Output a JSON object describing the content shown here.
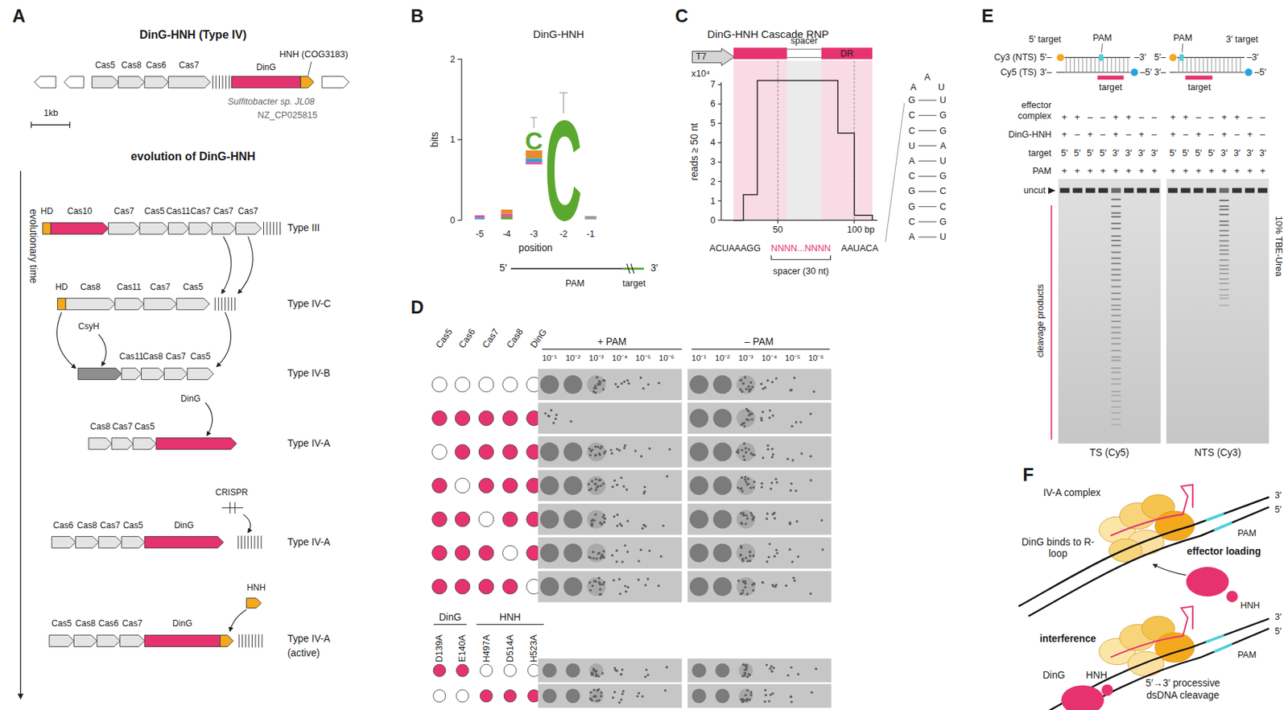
{
  "diagram": {
    "nodes": [
      {
        "text": [
          "T7"
        ]
      },
      {
        "text": [
          "TS (Cy5)"
        ]
      },
      {
        "text": [
          "NTS (Cy3)"
        ]
      }
    ],
    "labels": [
      "A",
      "DinG-HNH (Type IV)",
      "Cas5",
      "Cas8",
      "Cas6",
      "Cas7",
      "HNH (COG3183)",
      "DinG",
      "Sulfitobacter sp. JL08",
      "NZ_CP025815",
      "1kb",
      "evolution of DinG-HNH",
      "evolutionary time",
      "HD",
      "Cas10",
      "Cas7",
      "Cas5",
      "Cas11",
      "Cas7",
      "Cas7",
      "Cas7",
      "Type III",
      "HD",
      "Cas8",
      "Cas11",
      "Cas7",
      "Cas5",
      "Type IV-C",
      "CsyH",
      "Cas11",
      "Cas8",
      "Cas7",
      "Cas5",
      "Type IV-B",
      "Cas8",
      "Cas7",
      "Cas5",
      "DinG",
      "Type IV-A",
      "Cas6",
      "Cas8",
      "Cas7",
      "Cas5",
      "DinG",
      "CRISPR",
      "Type IV-A",
      "Cas5",
      "Cas8",
      "Cas6",
      "Cas7",
      "DinG",
      "HNH",
      "Type IV-A",
      "(active)",
      "B",
      "DinG-HNH",
      "bits",
      "2",
      "1",
      "0",
      "C",
      "C",
      "-5",
      "-4",
      "-3",
      "-2",
      "-1",
      "position",
      "5′",
      "3′",
      "PAM",
      "target",
      "C",
      "DinG-HNH Cascade RNP",
      "spacer",
      "DR",
      "x10⁴",
      "reads ≥ 50 nt",
      "7",
      "6",
      "5",
      "4",
      "3",
      "2",
      "1",
      "0",
      "50",
      "100 bp",
      "ACUAAAGG",
      "NNNN...NNNN",
      "AAUACA",
      "spacer (30 nt)",
      "A",
      "A",
      "U",
      "G",
      "U",
      "C",
      "G",
      "C",
      "G",
      "U",
      "A",
      "A",
      "U",
      "C",
      "G",
      "G",
      "C",
      "G",
      "C",
      "C",
      "G",
      "A",
      "U",
      "D",
      "Cas5",
      "Cas6",
      "Cas7",
      "Cas8",
      "DinG",
      "+ PAM",
      "– PAM",
      "10⁻¹",
      "10⁻²",
      "10⁻³",
      "10⁻⁴",
      "10⁻⁵",
      "10⁻⁶",
      "10⁻¹",
      "10⁻²",
      "10⁻³",
      "10⁻⁴",
      "10⁻⁵",
      "10⁻⁶",
      "DinG",
      "HNH",
      "D139A",
      "E140A",
      "H497A",
      "D514A",
      "H523A",
      "E",
      "5′ target",
      "PAM",
      "Cy3 (NTS)",
      "5′–",
      "–3′",
      "Cy5 (TS)",
      "3′–",
      "–5′",
      "target",
      "PAM",
      "3′ target",
      "5′–",
      "–3′",
      "3′–",
      "–5′",
      "target",
      "effector complex",
      "DinG-HNH",
      "target",
      "PAM",
      "+",
      "+",
      "–",
      "–",
      "+",
      "+",
      "–",
      "–",
      "+",
      "+",
      "–",
      "–",
      "+",
      "+",
      "–",
      "–",
      "+",
      "–",
      "+",
      "–",
      "+",
      "–",
      "+",
      "–",
      "+",
      "–",
      "+",
      "–",
      "+",
      "–",
      "+",
      "–",
      "5′",
      "5′",
      "5′",
      "5′",
      "3′",
      "3′",
      "3′",
      "3′",
      "5′",
      "5′",
      "5′",
      "5′",
      "3′",
      "3′",
      "3′",
      "3′",
      "+",
      "+",
      "+",
      "+",
      "+",
      "+",
      "+",
      "+",
      "+",
      "+",
      "+",
      "+",
      "+",
      "+",
      "+",
      "+",
      "uncut",
      "cleavage products",
      "10% TBE-Urea",
      "F",
      "IV-A complex",
      "DinG binds to R-loop",
      "effector loading",
      "3′",
      "5′",
      "PAM",
      "HNH",
      "interference",
      "3′",
      "5′",
      "PAM",
      "DinG",
      "HNH",
      "5′→3′ processive dsDNA cleavage"
    ]
  }
}
